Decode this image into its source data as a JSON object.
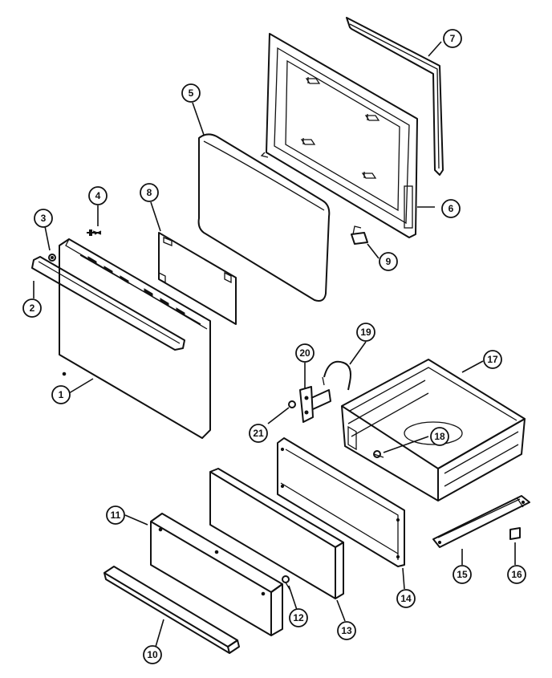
{
  "callouts": [
    {
      "id": "1",
      "label": "1"
    },
    {
      "id": "2",
      "label": "2"
    },
    {
      "id": "3",
      "label": "3"
    },
    {
      "id": "4",
      "label": "4"
    },
    {
      "id": "5",
      "label": "5"
    },
    {
      "id": "6",
      "label": "6"
    },
    {
      "id": "7",
      "label": "7"
    },
    {
      "id": "8",
      "label": "8"
    },
    {
      "id": "9",
      "label": "9"
    },
    {
      "id": "10",
      "label": "10"
    },
    {
      "id": "11",
      "label": "11"
    },
    {
      "id": "12",
      "label": "12"
    },
    {
      "id": "13",
      "label": "13"
    },
    {
      "id": "14",
      "label": "14"
    },
    {
      "id": "15",
      "label": "15"
    },
    {
      "id": "16",
      "label": "16"
    },
    {
      "id": "17",
      "label": "17"
    },
    {
      "id": "18",
      "label": "18"
    },
    {
      "id": "19",
      "label": "19"
    },
    {
      "id": "20",
      "label": "20"
    },
    {
      "id": "21",
      "label": "21"
    }
  ],
  "colors": {
    "line": "#111111",
    "background": "#ffffff"
  }
}
